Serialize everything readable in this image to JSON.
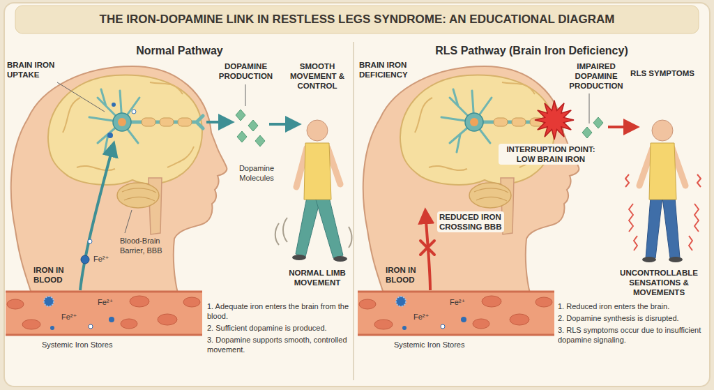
{
  "diagram": {
    "title": "THE IRON-DOPAMINE LINK IN RESTLESS LEGS SYNDROME: AN EDUCATIONAL DIAGRAM",
    "nodes": [
      {
        "text": [
          "Normal Pathway"
        ]
      },
      {
        "text": [
          "RLS Pathway (Brain Iron Deficiency)"
        ]
      }
    ],
    "labels": [
      "BRAIN IRON UPTAKE",
      "DOPAMINE PRODUCTION",
      "SMOOTH MOVEMENT & CONTROL",
      "Dopamine Molecules",
      "Blood-Brain Barrier, BBB",
      "IRON IN BLOOD",
      "Fe²⁺",
      "Fe²⁺",
      "Fe²⁺",
      "NORMAL LIMB MOVEMENT",
      "Systemic Iron Stores",
      "1. Adequate iron enters the brain from the blood.",
      "2. Sufficient dopamine is produced.",
      "3. Dopamine supports smooth, controlled movement.",
      "BRAIN IRON DEFICIENCY",
      "IMPAIRED DOPAMINE PRODUCTION",
      "RLS SYMPTOMS",
      "INTERRUPTION POINT: LOW BRAIN IRON",
      "REDUCED IRON CROSSING BBB",
      "IRON IN BLOOD",
      "Fe²⁺",
      "Fe²⁺",
      "UNCONTROLLABLE SENSATIONS & MOVEMENTS",
      "Systemic Iron Stores",
      "1. Reduced iron enters the brain.",
      "2. Dopamine synthesis is disrupted.",
      "3. RLS symptoms occur due to insufficient dopamine signaling."
    ]
  }
}
